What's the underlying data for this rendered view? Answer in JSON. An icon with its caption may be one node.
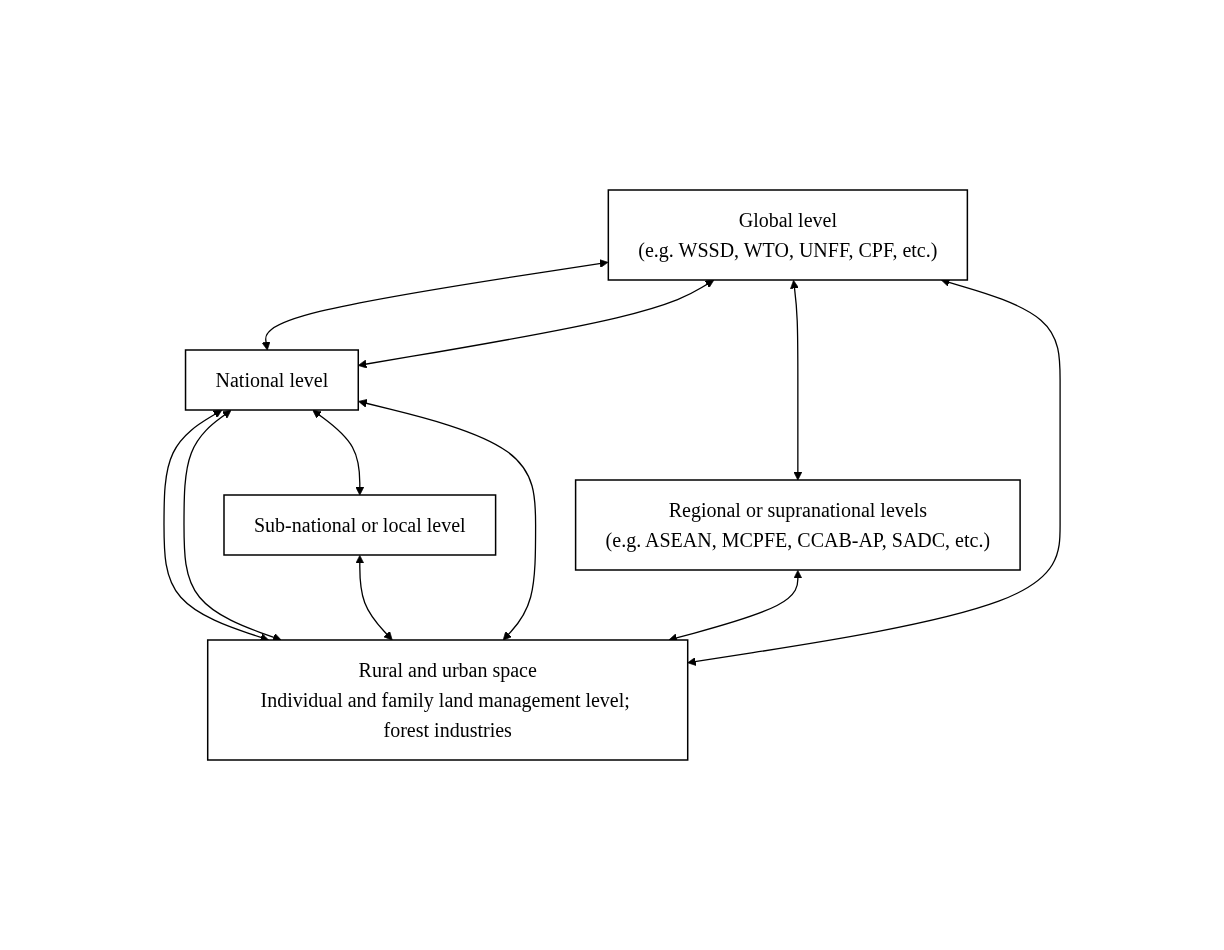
{
  "diagram": {
    "nodes": [
      {
        "text": [
          "Global level",
          "(e.g. WSSD, WTO, UNFF, CPF, etc.)"
        ]
      },
      {
        "text": [
          "Regional or supranational levels",
          "(e.g. ASEAN, MCPFE, CCAB-AP, SADC, etc.)"
        ]
      },
      {
        "text": [
          "National level"
        ]
      },
      {
        "text": [
          "Sub-national or local level"
        ]
      },
      {
        "text": [
          "Rural and urban space",
          "Individual and family land management level; forest industries"
        ]
      }
    ],
    "edges": [
      {
        "from": 0,
        "to": 2,
        "arrow": "both"
      },
      {
        "from": 0,
        "to": 2,
        "arrow": "both"
      },
      {
        "from": 0,
        "to": 1,
        "arrow": "both"
      },
      {
        "from": 2,
        "to": 4,
        "arrow": "both"
      },
      {
        "from": 2,
        "to": 4,
        "arrow": "both"
      },
      {
        "from": 2,
        "to": 3,
        "arrow": "both"
      },
      {
        "from": 0,
        "to": 4,
        "arrow": "both"
      },
      {
        "from": 1,
        "to": 4,
        "arrow": "both"
      },
      {
        "from": 2,
        "to": 4,
        "arrow": "both"
      },
      {
        "from": 3,
        "to": 4,
        "arrow": "both"
      }
    ]
  }
}
